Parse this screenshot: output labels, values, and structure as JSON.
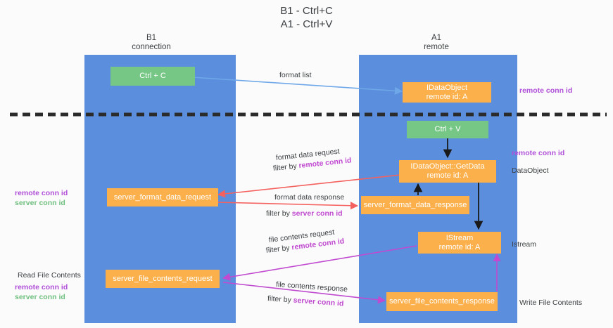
{
  "title": {
    "line1": "B1 - Ctrl+C",
    "line2": "A1 - Ctrl+V"
  },
  "columns": [
    {
      "name": "B1",
      "sub": "connection"
    },
    {
      "name": "A1",
      "sub": "remote"
    }
  ],
  "nodes": {
    "ctrl_c": "Ctrl + C",
    "ctrl_v": "Ctrl + V",
    "idataobject_l1": "IDataObject",
    "idataobject_l2": "remote id: A",
    "getdata_l1": "IDataObject::GetData",
    "getdata_l2": "remote id: A",
    "istream_l1": "IStream",
    "istream_l2": "remote id: A",
    "server_format_data_request": "server_format_data_request",
    "server_format_data_response": "server_format_data_response",
    "server_file_contents_request": "server_file_contents_request",
    "server_file_contents_response": "server_file_contents_response"
  },
  "edges": {
    "format_list": "format list",
    "format_data_request": "format data request",
    "format_data_request_filter_prefix": "filter by ",
    "format_data_request_filter_key": "remote conn id",
    "format_data_response": "format data response",
    "format_data_response_filter_prefix": "filter by ",
    "format_data_response_filter_key": "server conn id",
    "file_contents_request": "file contents request",
    "file_contents_request_filter_prefix": "filter by ",
    "file_contents_request_filter_key": "remote conn id",
    "file_contents_response": "file contents response",
    "file_contents_response_filter_prefix": "filter by ",
    "file_contents_response_filter_key": "server conn id"
  },
  "side_labels": {
    "right_top_remote_conn_id": "remote conn id",
    "right_mid_remote_conn_id": "remote conn id",
    "right_dataobject": "DataObject",
    "right_istream": "Istream",
    "right_write_file_contents": "Write File Contents",
    "left_remote_conn_id": "remote conn id",
    "left_server_conn_id": "server conn id",
    "left_read_file_contents": "Read File Contents",
    "left_bottom_remote_conn_id": "remote conn id",
    "left_bottom_server_conn_id": "server conn id"
  },
  "colors": {
    "lane": "#5b8fdd",
    "green_node": "#76c786",
    "orange_node": "#fbb04c",
    "divider": "#2b2b2b",
    "arrow_blue": "#6fa8e8",
    "arrow_red": "#f4615e",
    "arrow_magenta": "#c04ad0",
    "arrow_black": "#1a1a1a",
    "purple_text": "#b04fd8",
    "green_text": "#6fbf7f",
    "background": "#fbfbfb"
  }
}
